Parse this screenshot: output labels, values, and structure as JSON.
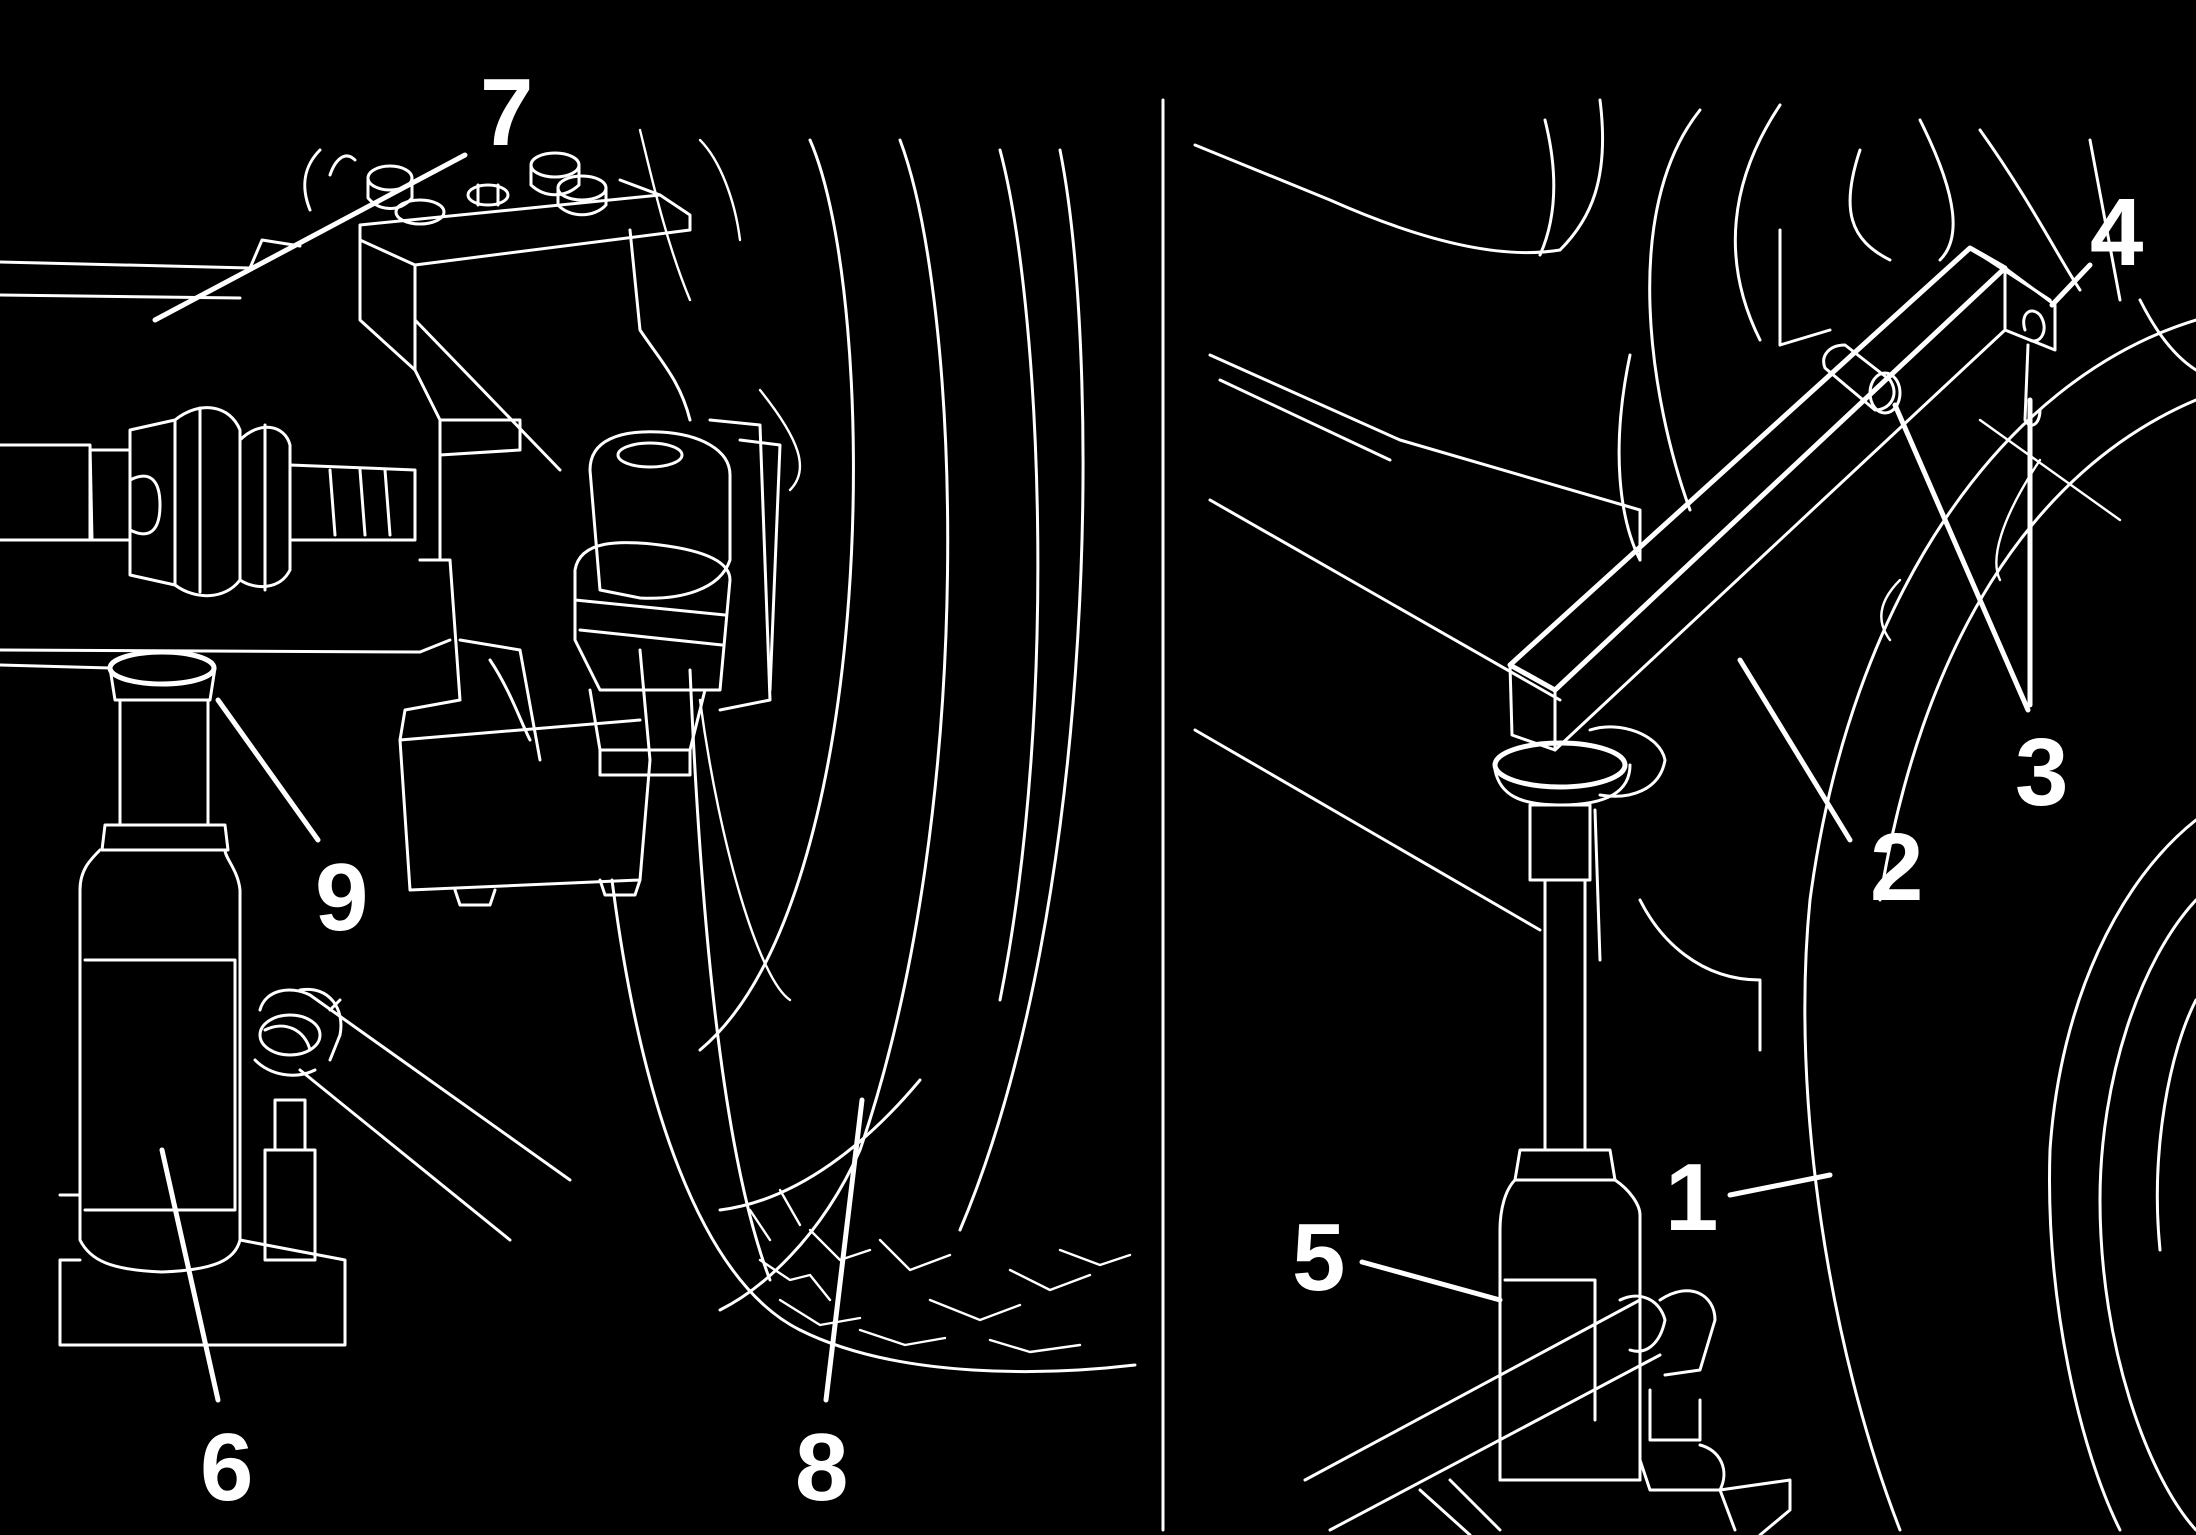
{
  "callouts": {
    "c1": "1",
    "c2": "2",
    "c3": "3",
    "c4": "4",
    "c5": "5",
    "c6": "6",
    "c7": "7",
    "c8": "8",
    "c9": "9"
  },
  "colors": {
    "background": "#000000",
    "line": "#ffffff"
  }
}
